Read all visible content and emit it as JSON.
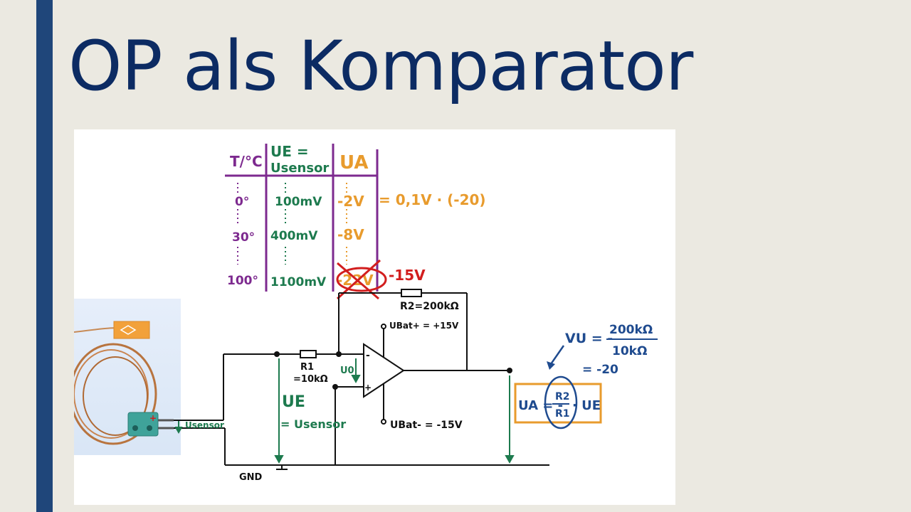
{
  "slide": {
    "title": "OP als Komparator",
    "accent_color": "#1f467a",
    "title_color": "#0c2b63",
    "background": "#ebe9e1"
  },
  "table": {
    "col_headers": {
      "temp": "T/°C",
      "ue_line1": "UE =",
      "ue_line2": "Usensor",
      "ua": "UA"
    },
    "rows": [
      {
        "temp": "0°",
        "ue": "100mV",
        "ua": "-2V"
      },
      {
        "temp": "30°",
        "ue": "400mV",
        "ua": "-8V"
      },
      {
        "temp": "100°",
        "ue": "1100mV",
        "ua": "-22V"
      }
    ],
    "calc_note": "= 0,1V · (-20)",
    "clipped_value": "-15V",
    "colors": {
      "temp": "#7d2a8f",
      "ue": "#1d7a4e",
      "ua": "#e89b2d",
      "strike": "#d21e1e"
    }
  },
  "circuit": {
    "r2_label": "R2=200kΩ",
    "r1_label_line1": "R1",
    "r1_label_line2": "=10kΩ",
    "ubat_plus": "UBat+ = +15V",
    "ubat_minus": "UBat- = -15V",
    "u0_label": "U0",
    "minus_sign": "-",
    "plus_sign": "+",
    "ue_label": "UE",
    "ue_eq": "= Usensor",
    "usensor_label": "Usensor",
    "gnd_label": "GND",
    "ua_label": "UA"
  },
  "formula": {
    "vu_label": "VU = -",
    "vu_num": "200kΩ",
    "vu_den": "10kΩ",
    "vu_result": "= -20",
    "box_left": "UA = -",
    "r2": "R2",
    "r1": "R1",
    "box_right": "· UE",
    "color": "#1f4b8f",
    "box_color": "#e89b2d"
  }
}
